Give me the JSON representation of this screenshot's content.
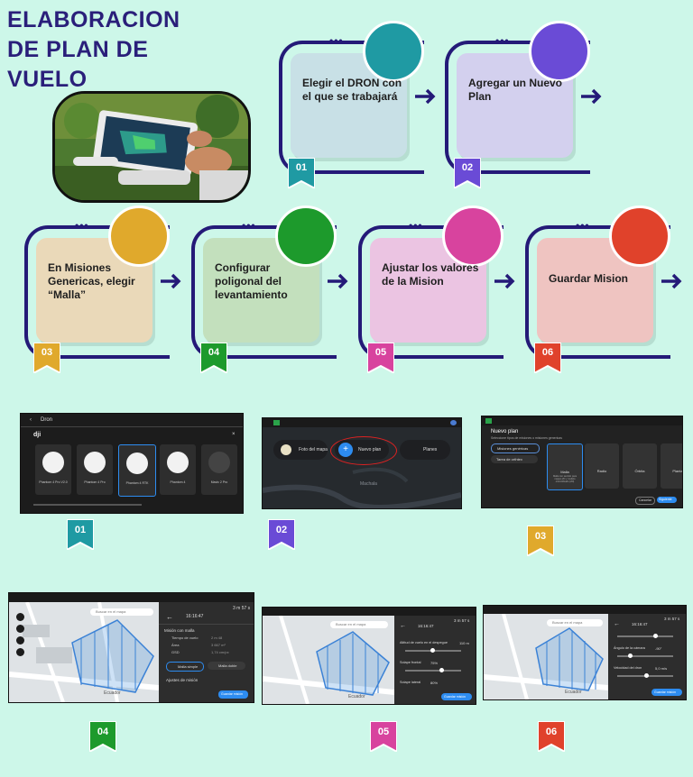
{
  "title": {
    "line1": "ELABORACION",
    "line2": "DE PLAN DE",
    "line3": "VUELO"
  },
  "colors": {
    "background": "#cdf7e9",
    "frame": "#241a78"
  },
  "steps": [
    {
      "num": "01",
      "text": "Elegir el DRON con el que se trabajará",
      "color": "#1f9aa3",
      "card": "#c8e0e6"
    },
    {
      "num": "02",
      "text": "Agregar un Nuevo Plan",
      "color": "#6a4bd6",
      "card": "#d3d0ee"
    },
    {
      "num": "03",
      "text": "En Misiones Genericas, elegir “Malla”",
      "color": "#e0a92c",
      "card": "#ead9b9"
    },
    {
      "num": "04",
      "text": "Configurar poligonal del levantamiento",
      "color": "#1d9a2c",
      "card": "#c3e0bd"
    },
    {
      "num": "05",
      "text": "Ajustar los valores de la Mision",
      "color": "#d8439e",
      "card": "#ebc4e2"
    },
    {
      "num": "06",
      "text": "Guardar Mision",
      "color": "#e0422b",
      "card": "#efc4c1"
    }
  ],
  "screens": {
    "s1": {
      "header": "Dron",
      "brand": "dji",
      "drones": [
        "Phantom 4 Pro V2.0",
        "Phantom 4 Pro",
        "Phantom 4 RTK",
        "Phantom 4",
        "Mavic 2 Pro"
      ]
    },
    "s2": {
      "photo_btn": "Foto del mapa",
      "new_plan_btn": "Nuevo plan",
      "plans_btn": "Planes",
      "city": "Machala"
    },
    "s3": {
      "title": "Nuevo plan",
      "subtitle": "Seleccione tipos de misiones o misiones genericas",
      "tab1": "Misiones genéricas",
      "tab2": "Tarea de orthtex",
      "opts": [
        "Malla",
        "Radio",
        "Órbita",
        "Planta"
      ],
      "opt_desc": "Malla con sentido para mapeo 2D y modelo ortorctificado (2D)",
      "cancel": "Cancelar",
      "next": "Siguiente"
    },
    "s4": {
      "search": "Buscar en el mapa",
      "time": "16:16:47",
      "dist": "3 m 57 s",
      "section": "Misión con malla",
      "rows": [
        [
          "Tiempo de vuelo",
          "2 m 48"
        ],
        [
          "Área",
          "3 667 m²"
        ],
        [
          "GSD",
          "1,74 cm/px"
        ]
      ],
      "btn1": "Malla simple",
      "btn2": "Malla doble",
      "adjust": "Ajustes de misión",
      "save": "Guardar misión",
      "street": "Ecuador"
    },
    "s5": {
      "search": "Buscar en el mapa",
      "time": "16:16:47",
      "dist": "3 m 57 s",
      "alt": "Altitud de vuelo en el despegue",
      "alt_val": "110 m",
      "front": "Solape frontal",
      "front_val": "75%",
      "side": "Solape lateral",
      "side_val": "80%",
      "save": "Guardar misión",
      "street": "Ecuador"
    },
    "s6": {
      "search": "Buscar en el mapa",
      "time": "16:16:47",
      "dist": "3 m 57 s",
      "cam": "Ángulo de la cámara",
      "cam_val": "-90°",
      "speed": "Velocidad del dron",
      "speed_val": "5,0 m/s",
      "save": "Guardar misión",
      "street": "Ecuador"
    }
  }
}
